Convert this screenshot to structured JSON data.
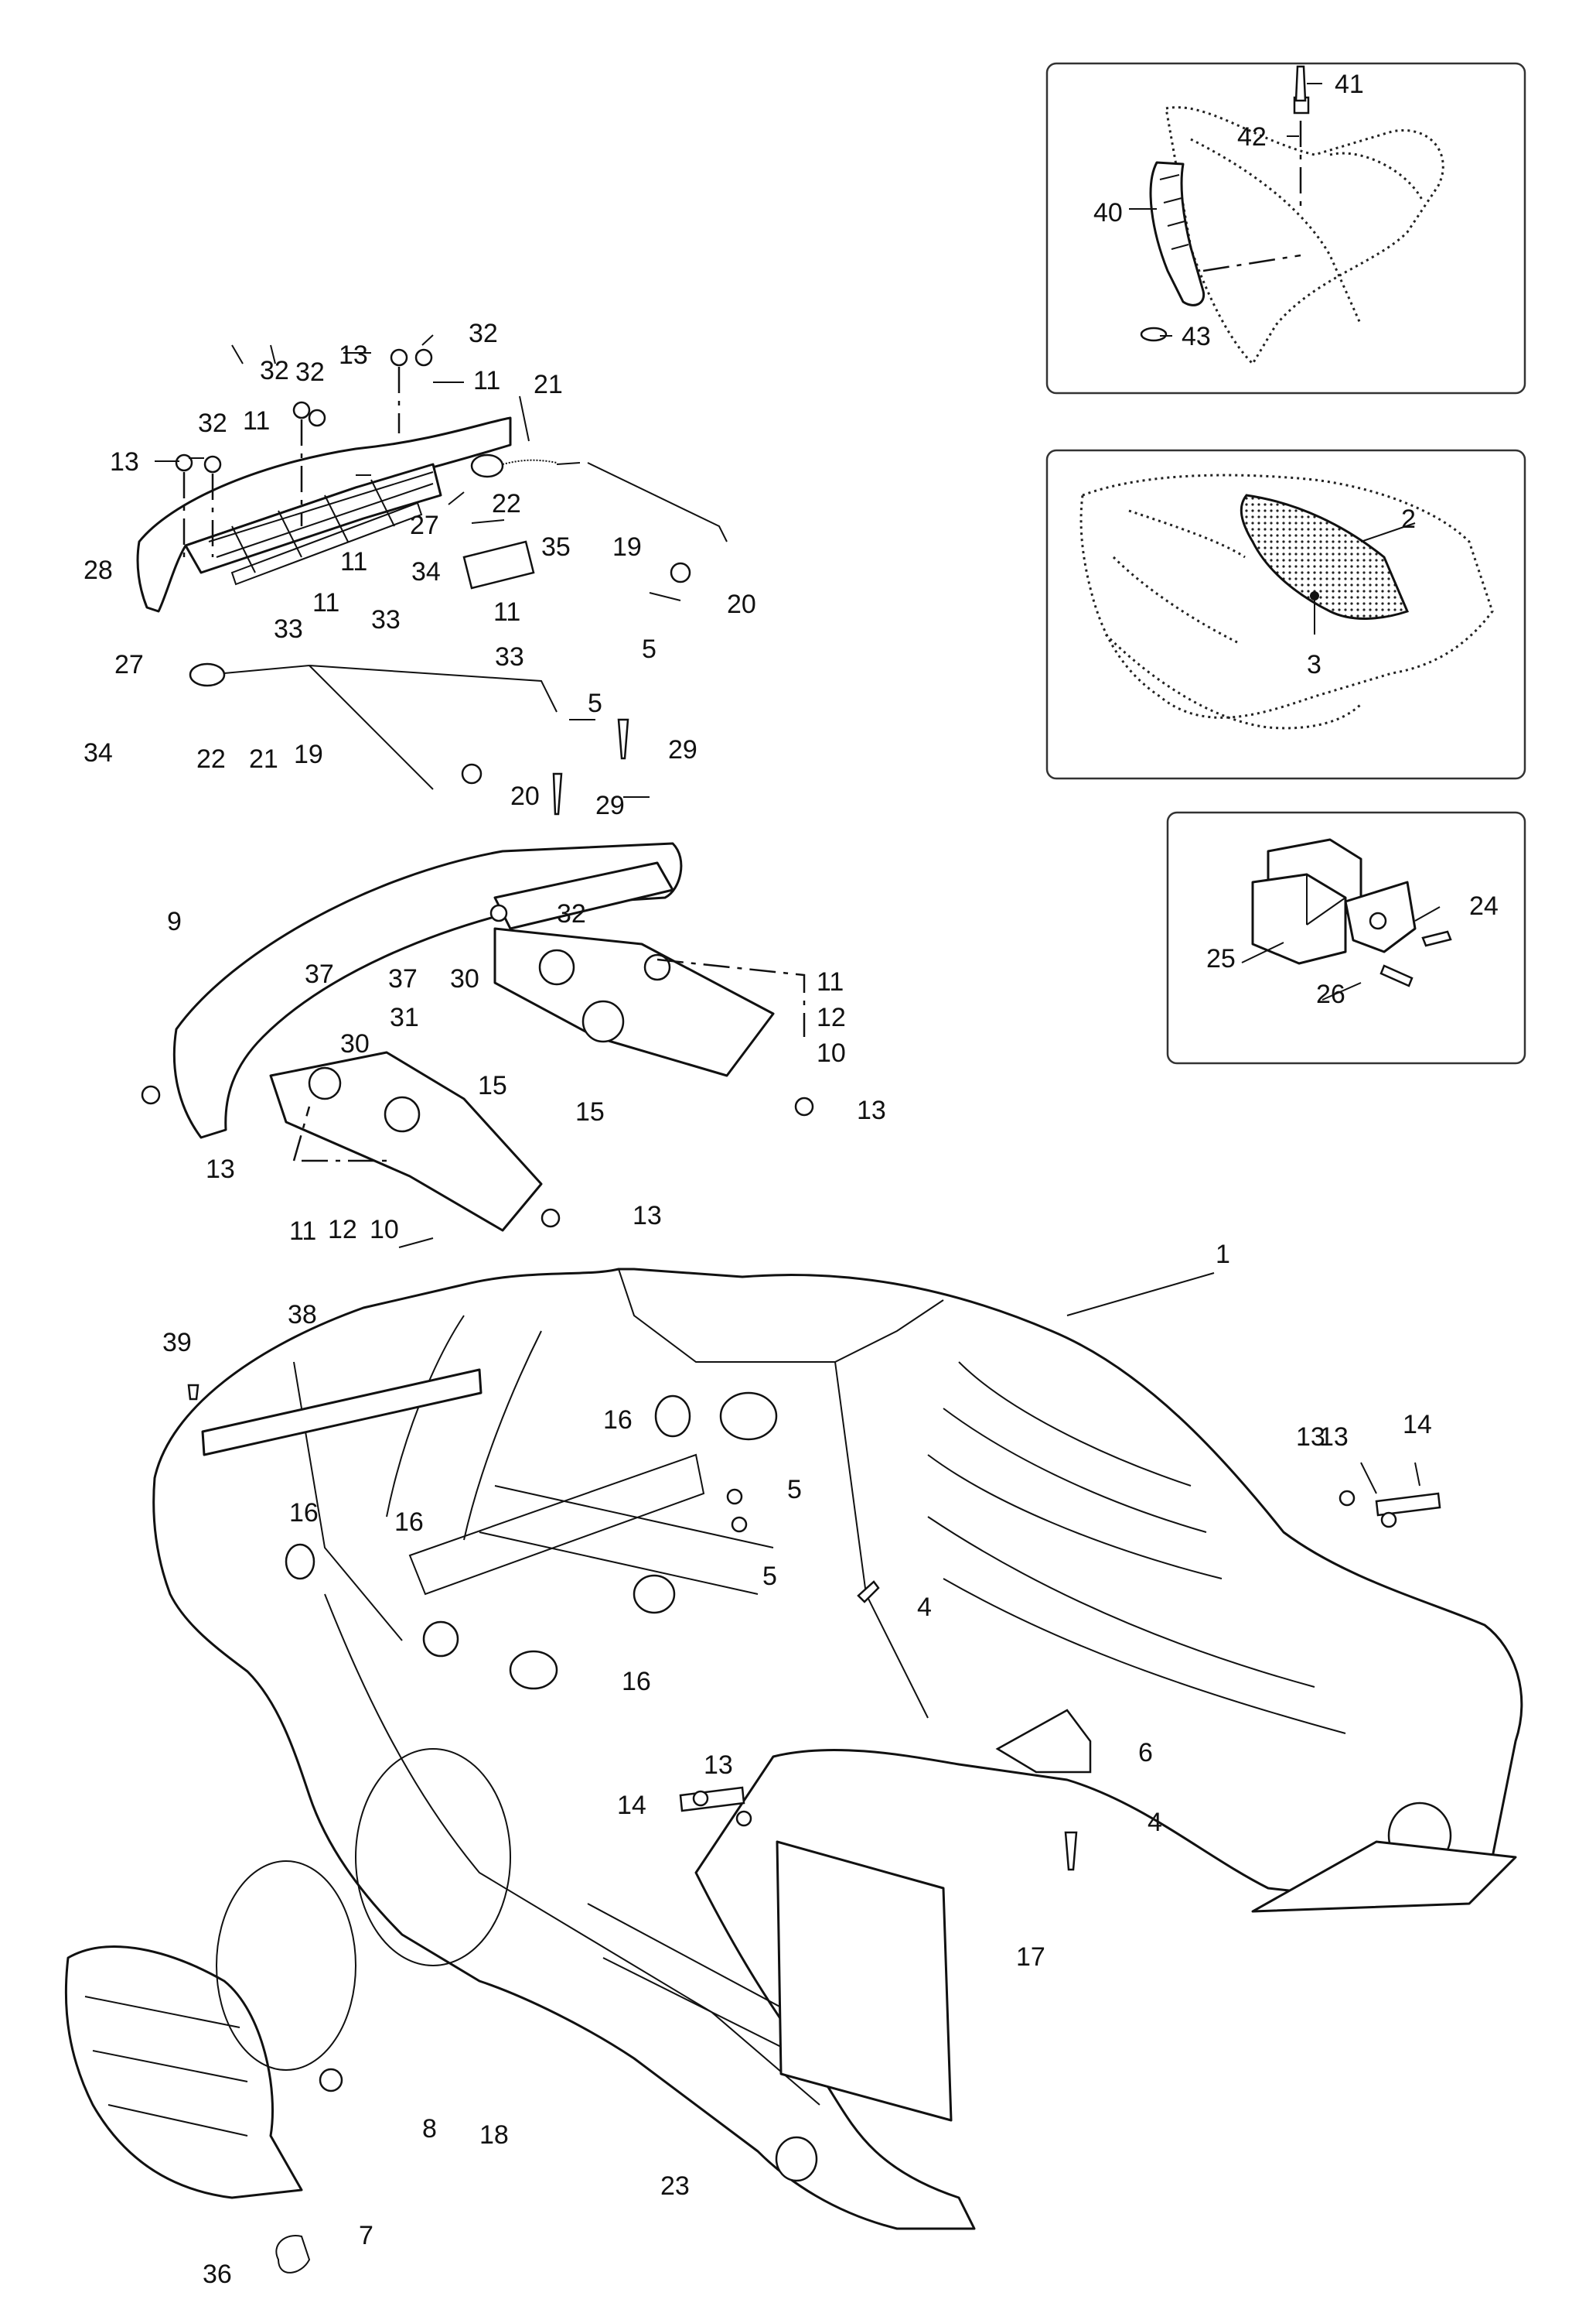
{
  "diagram": {
    "callouts": [
      "1",
      "2",
      "3",
      "4",
      "4",
      "5",
      "5",
      "5",
      "5",
      "6",
      "7",
      "8",
      "9",
      "10",
      "10",
      "11",
      "11",
      "11",
      "11",
      "11",
      "11",
      "11",
      "12",
      "12",
      "13",
      "13",
      "13",
      "13",
      "13",
      "13",
      "13",
      "13",
      "14",
      "14",
      "15",
      "15",
      "16",
      "16",
      "16",
      "16",
      "17",
      "18",
      "19",
      "19",
      "20",
      "20",
      "21",
      "21",
      "22",
      "22",
      "23",
      "24",
      "25",
      "26",
      "27",
      "27",
      "28",
      "29",
      "29",
      "30",
      "30",
      "31",
      "32",
      "32",
      "32",
      "32",
      "32",
      "33",
      "33",
      "33",
      "34",
      "34",
      "35",
      "36",
      "37",
      "37",
      "38",
      "39",
      "40",
      "41",
      "42",
      "43"
    ]
  }
}
